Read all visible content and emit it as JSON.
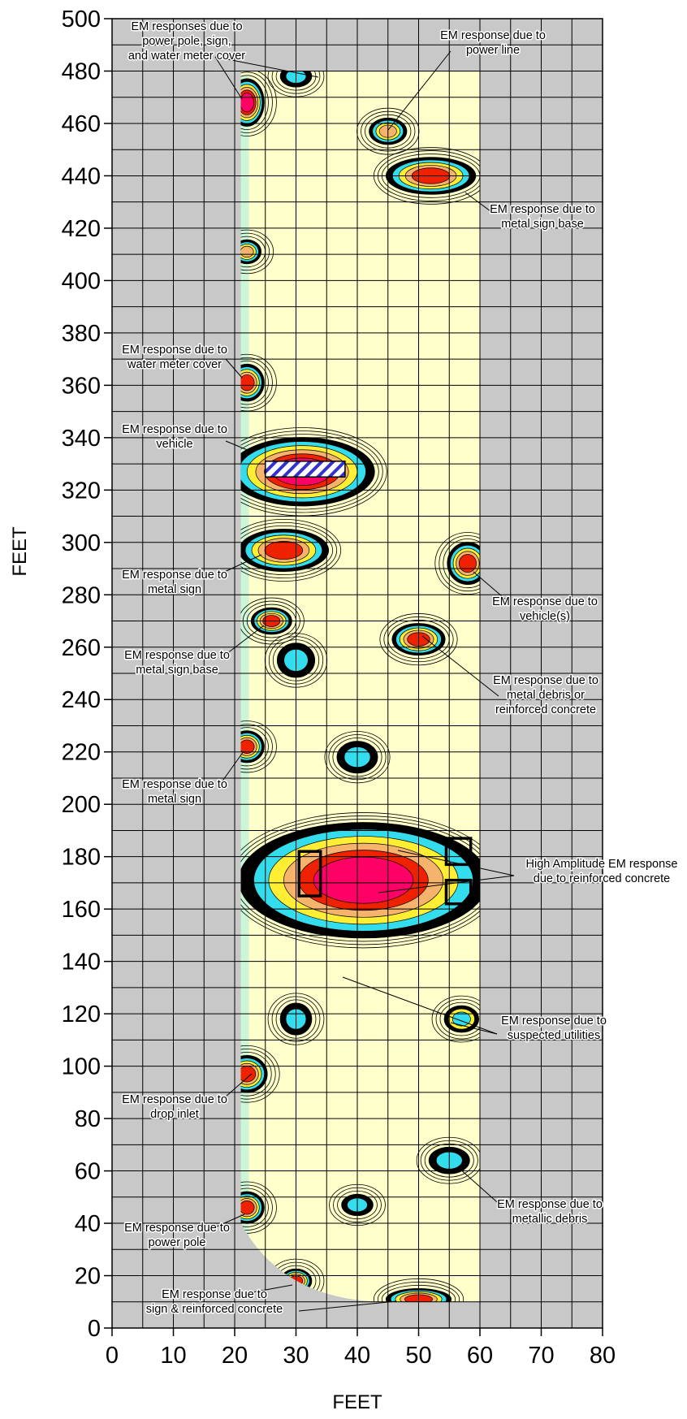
{
  "chart_data": {
    "type": "heatmap",
    "title": "",
    "xlabel": "FEET",
    "ylabel": "FEET",
    "xlim": [
      0,
      80
    ],
    "ylim": [
      0,
      500
    ],
    "x_ticks": [
      0,
      10,
      20,
      30,
      40,
      50,
      60,
      70,
      80
    ],
    "y_ticks": [
      0,
      20,
      40,
      60,
      80,
      100,
      120,
      140,
      160,
      180,
      200,
      220,
      240,
      260,
      280,
      300,
      320,
      340,
      360,
      380,
      400,
      420,
      440,
      460,
      480,
      500
    ],
    "grid": true,
    "grid_step_x": 5,
    "grid_step_y": 10,
    "survey_area": {
      "x_min": 21,
      "x_max": 60,
      "y_min": 10,
      "y_max": 480
    },
    "colors": {
      "outside": "#c8c8c8",
      "background": "#ffffcc",
      "low": "#33ddee",
      "mid_low": "#ffee33",
      "mid": "#f5b36b",
      "high": "#ee2200",
      "very_high": "#ff0066"
    },
    "anomalies": [
      {
        "x": 22,
        "y": 468,
        "w": 3,
        "h": 12,
        "level": "very_high"
      },
      {
        "x": 30,
        "y": 478,
        "w": 2.5,
        "h": 2,
        "level": "low"
      },
      {
        "x": 45,
        "y": 457,
        "w": 3.5,
        "h": 4,
        "level": "mid"
      },
      {
        "x": 52,
        "y": 440,
        "w": 12,
        "h": 8,
        "level": "high"
      },
      {
        "x": 22,
        "y": 411,
        "w": 2,
        "h": 3,
        "level": "mid"
      },
      {
        "x": 22,
        "y": 361,
        "w": 3,
        "h": 8,
        "level": "high"
      },
      {
        "x": 31,
        "y": 327,
        "w": 21,
        "h": 20,
        "level": "very_high"
      },
      {
        "x": 28,
        "y": 297,
        "w": 12,
        "h": 10,
        "level": "high"
      },
      {
        "x": 58,
        "y": 292,
        "w": 4,
        "h": 10,
        "level": "high"
      },
      {
        "x": 26,
        "y": 270,
        "w": 4,
        "h": 4,
        "level": "high"
      },
      {
        "x": 30,
        "y": 255,
        "w": 3.5,
        "h": 7,
        "level": "low"
      },
      {
        "x": 50,
        "y": 263,
        "w": 6,
        "h": 6,
        "level": "high"
      },
      {
        "x": 22,
        "y": 222,
        "w": 3,
        "h": 6,
        "level": "high"
      },
      {
        "x": 40,
        "y": 218,
        "w": 4,
        "h": 6,
        "level": "low"
      },
      {
        "x": 41,
        "y": 171,
        "w": 38,
        "h": 38,
        "level": "very_high"
      },
      {
        "x": 30,
        "y": 118,
        "w": 2.5,
        "h": 6,
        "level": "low"
      },
      {
        "x": 57,
        "y": 118,
        "w": 3,
        "h": 4,
        "level": "mid_low"
      },
      {
        "x": 22,
        "y": 97,
        "w": 4,
        "h": 8,
        "level": "high"
      },
      {
        "x": 55,
        "y": 64,
        "w": 4,
        "h": 4,
        "level": "low"
      },
      {
        "x": 22,
        "y": 46,
        "w": 3,
        "h": 6,
        "level": "high"
      },
      {
        "x": 40,
        "y": 47,
        "w": 2.5,
        "h": 2,
        "level": "low"
      },
      {
        "x": 30,
        "y": 18,
        "w": 2.5,
        "h": 3,
        "level": "high"
      },
      {
        "x": 50,
        "y": 11,
        "w": 8,
        "h": 2,
        "level": "high"
      }
    ],
    "rectangles": [
      {
        "x0": 30.5,
        "x1": 34,
        "y0": 165,
        "y1": 182
      },
      {
        "x0": 54.5,
        "x1": 58.5,
        "y0": 177,
        "y1": 187
      },
      {
        "x0": 54.5,
        "x1": 58.5,
        "y0": 162,
        "y1": 171
      }
    ],
    "hatched_box": {
      "x0": 25,
      "x1": 38,
      "y0": 325,
      "y1": 331
    },
    "annotations": [
      {
        "lines": [
          "EM responses due to",
          "power pole, sign,",
          "and water meter cover"
        ]
      },
      {
        "lines": [
          "EM response due to",
          "power line"
        ]
      },
      {
        "lines": [
          "EM response due to",
          "metal sign base"
        ]
      },
      {
        "lines": [
          "EM response due to",
          "water meter cover"
        ]
      },
      {
        "lines": [
          "EM response due to",
          "vehicle"
        ]
      },
      {
        "lines": [
          "EM response due to",
          "metal sign"
        ]
      },
      {
        "lines": [
          "EM response due to",
          "vehicle(s)"
        ]
      },
      {
        "lines": [
          "EM response due to",
          "metal sign base"
        ]
      },
      {
        "lines": [
          "EM response due to",
          "metal debris or",
          "reinforced concrete"
        ]
      },
      {
        "lines": [
          "EM response due to",
          "metal sign"
        ]
      },
      {
        "lines": [
          "High Amplitude EM response",
          "due to reinforced concrete"
        ]
      },
      {
        "lines": [
          "EM response due to",
          "suspected utilities"
        ]
      },
      {
        "lines": [
          "EM response due to",
          "drop inlet"
        ]
      },
      {
        "lines": [
          "EM response due to",
          "metallic debris"
        ]
      },
      {
        "lines": [
          "EM response due to",
          "power pole"
        ]
      },
      {
        "lines": [
          "EM response due to",
          "sign & reinforced concrete"
        ]
      }
    ]
  }
}
